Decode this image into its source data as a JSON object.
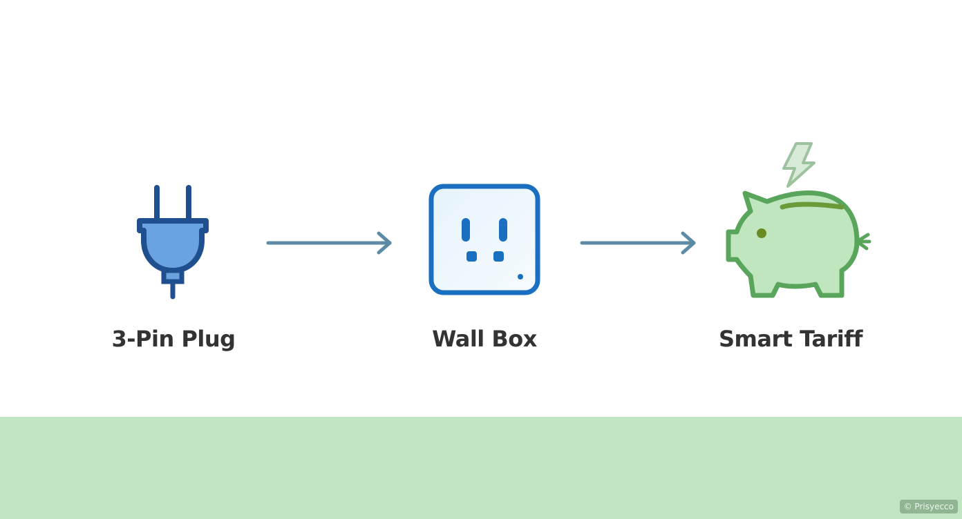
{
  "steps": [
    {
      "label": "3-Pin Plug",
      "icon": "plug-icon"
    },
    {
      "label": "Wall Box",
      "icon": "wall-socket-icon"
    },
    {
      "label": "Smart Tariff",
      "icon": "piggy-bank-icon"
    }
  ],
  "watermark": "© Prisyecco",
  "colors": {
    "plug": "#1f4f8f",
    "socket": "#1a6fc0",
    "piggy": "#5aa55c",
    "arrow": "#5d8ba6",
    "footer": "#c2e5c4"
  }
}
